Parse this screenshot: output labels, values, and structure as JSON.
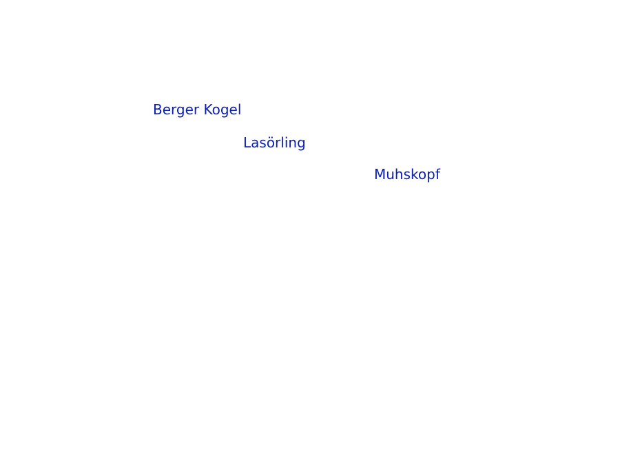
{
  "map": {
    "label_color": "#0a1eb4",
    "labels": [
      {
        "name": "Berger Kogel"
      },
      {
        "name": "Lasörling"
      },
      {
        "name": "Muhskopf"
      }
    ]
  }
}
